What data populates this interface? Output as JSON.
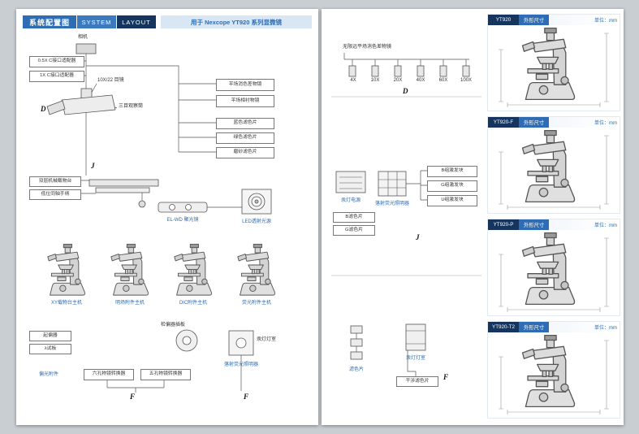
{
  "colors": {
    "accent": "#2e6db4",
    "navy": "#16355e",
    "bar_light": "#d9e7f5"
  },
  "left_page": {
    "header": {
      "title_cn": "系统配置图",
      "title_en1": "SYSTEM",
      "title_en2": "LAYOUT",
      "subtitle": "用于 Nexcope YT920 系列显微镜"
    },
    "labels": {
      "camera": "相机",
      "adapter_05x": "0.5X C接口适配器",
      "adapter_1x": "1X C接口适配器",
      "eyepiece": "10X/22 目镜",
      "trinocular_head": "三目观察筒",
      "objective_plan": "平场消色差物镜",
      "objective_phase": "平场相衬物镜",
      "filter_blue": "蓝色滤色片",
      "filter_green": "绿色滤色片",
      "filter_frosted": "磨砂滤色片",
      "stage": "双层机械载物台",
      "stage_handle": "低位同轴手柄",
      "condenser": "EL-WD 聚光镜",
      "lamp": "LED透射光源",
      "polarizer": "起偏器",
      "lambda_plate": "λ试板",
      "polarizer_caption": "偏光附件",
      "analyzer_caption": "检偏器插板",
      "mercury_house": "汞灯灯室",
      "epi_illuminator": "落射荧光照明器",
      "nosepiece_6": "六孔物镜转换器",
      "nosepiece_5": "五孔物镜转换器"
    },
    "scope_captions": [
      "XY载物台主机",
      "明场附件主机",
      "DIC附件主机",
      "荧光附件主机"
    ],
    "markers": {
      "d": "D",
      "j": "J",
      "f1": "F",
      "f2": "F"
    }
  },
  "right_page": {
    "objective_tree": {
      "title": "无限远平场消色差物镜",
      "items": [
        "4X",
        "10X",
        "20X",
        "40X",
        "60X",
        "100X"
      ],
      "marker": "D"
    },
    "fluor": {
      "power": "汞灯电源",
      "illuminator": "落射荧光照明器",
      "blocks": [
        "B组激发块",
        "G组激发块",
        "U组激发块"
      ],
      "filters": [
        "B滤色片",
        "G滤色片"
      ],
      "marker": "J"
    },
    "lamp_cluster": {
      "filters": "滤色片",
      "mercury": "汞灯灯室",
      "interference": "干涉滤色片",
      "marker": "F"
    },
    "panels": [
      {
        "model": "YT920",
        "title": "外形尺寸",
        "unit": "单位：mm"
      },
      {
        "model": "YT920-F",
        "title": "外形尺寸",
        "unit": "单位：mm"
      },
      {
        "model": "YT920-P",
        "title": "外形尺寸",
        "unit": "单位：mm"
      },
      {
        "model": "YT920-T2",
        "title": "外形尺寸",
        "unit": "单位：mm"
      }
    ]
  }
}
